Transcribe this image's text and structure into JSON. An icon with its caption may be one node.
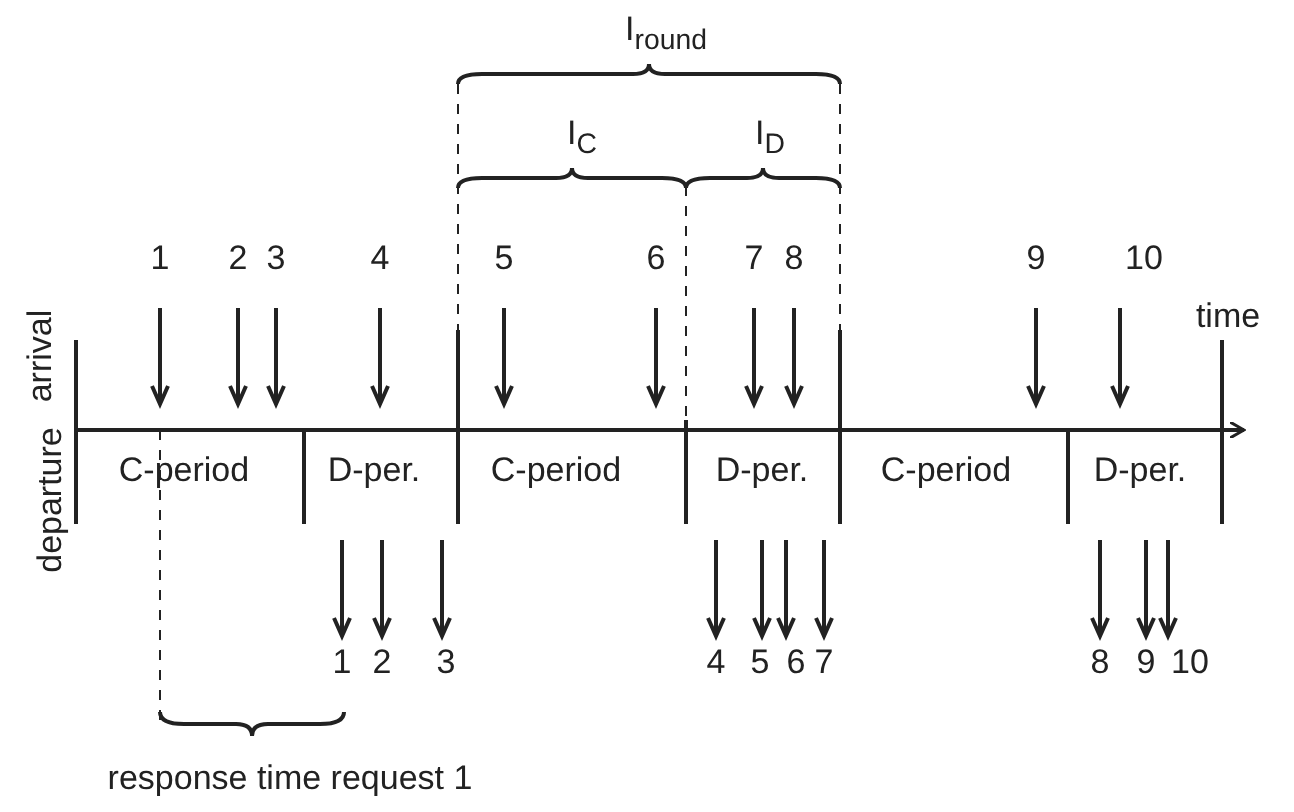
{
  "diagram": {
    "labels": [
      "I$_{round}$",
      "I$_{C}$",
      "I$_{D}$",
      "1",
      "2",
      "3",
      "4",
      "5",
      "6",
      "7",
      "8",
      "9",
      "10",
      "time",
      "arrival",
      "departure",
      "C-period",
      "D-per.",
      "C-period",
      "D-per.",
      "C-period",
      "D-per.",
      "1",
      "2",
      "3",
      "4",
      "5",
      "6",
      "7",
      "8",
      "9",
      "10",
      "response time request 1"
    ]
  }
}
